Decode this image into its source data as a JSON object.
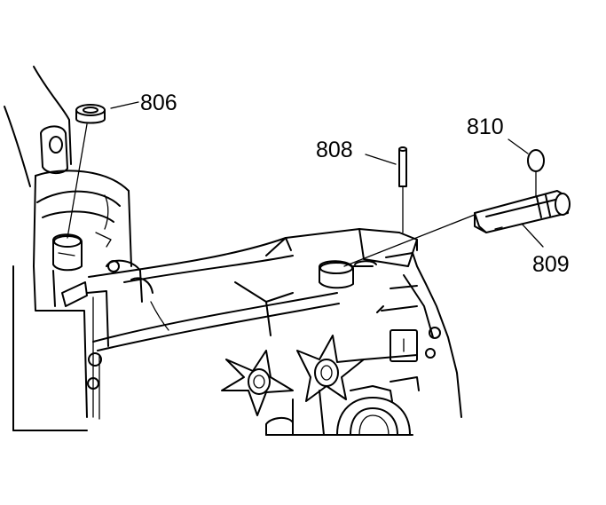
{
  "callouts": {
    "bushing": "806",
    "pin": "808",
    "shaft": "809",
    "oring": "810"
  },
  "colors": {
    "line": "#000000",
    "background": "#ffffff"
  }
}
